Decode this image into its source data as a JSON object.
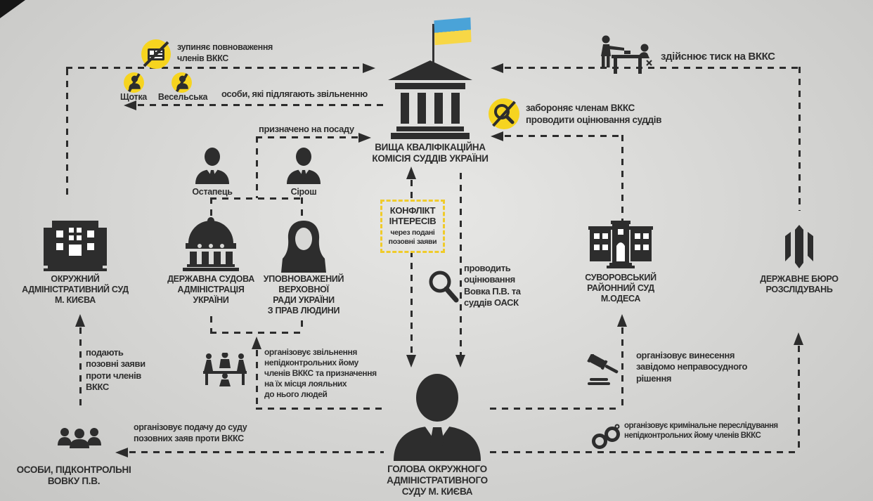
{
  "colors": {
    "ink": "#2d2d2d",
    "accent_yellow": "#f6d41f",
    "box_yellow": "#f0cb2a",
    "flag_blue": "#4aa3d8",
    "flag_yellow": "#f7d746"
  },
  "icons": {
    "vkks": "classical-court-building-icon",
    "flag": "ukraine-flag-icon",
    "oask": "office-building-icon",
    "dsa": "domed-building-icon",
    "ombudsman": "woman-silhouette-icon",
    "suvorovsky": "arched-court-building-icon",
    "dbr": "trident-emblem-icon",
    "suspend": "crossed-id-card-icon",
    "person_banned": "crossed-person-icon",
    "pressure": "interrogation-table-icon",
    "forbid": "crossed-magnifier-icon",
    "magnifier": "magnifier-icon",
    "meeting": "meeting-table-icon",
    "gavel": "gavel-icon",
    "people": "people-group-icon",
    "handcuffs": "handcuffs-icon",
    "head_judge": "businessman-silhouette-icon",
    "ostapets": "businessman-bust-icon",
    "sirosh": "businessman-bust-icon"
  },
  "nodes": {
    "vkks": {
      "label": "ВИЩА КВАЛІФІКАЦІЙНА\nКОМІСІЯ СУДДІВ УКРАЇНИ"
    },
    "oask": {
      "label": "ОКРУЖНИЙ\nАДМІНІСТРАТИВНИЙ СУД\nМ. КИЄВА"
    },
    "dsa": {
      "label": "ДЕРЖАВНА СУДОВА\nАДМІНІСТРАЦІЯ\nУКРАЇНИ"
    },
    "ombudsman": {
      "label": "УПОВНОВАЖЕНИЙ\nВЕРХОВНОЇ\nРАДИ УКРАЇНИ\nЗ ПРАВ ЛЮДИНИ"
    },
    "suvorovsky": {
      "label": "СУВОРОВСЬКИЙ\nРАЙОННИЙ СУД\nМ.ОДЕСА"
    },
    "dbr": {
      "label": "ДЕРЖАВНЕ БЮРО\nРОЗСЛІДУВАНЬ"
    },
    "head_judge": {
      "label": "ГОЛОВА ОКРУЖНОГО\nАДМІНІСТРАТИВНОГО\nСУДУ М. КИЄВА"
    },
    "controlled_persons": {
      "label": "ОСОБИ, ПІДКОНТРОЛЬНІ\nВОВКУ П.В."
    },
    "ostapets": {
      "label": "Остапець"
    },
    "sirosh": {
      "label": "Сірош"
    },
    "shchotka": {
      "label": "Щотка"
    },
    "veselska": {
      "label": "Весельська"
    }
  },
  "annotations": {
    "suspends_powers": "зупиняє повноваження\nчленів ВККС",
    "persons_dismissal": "особи, які підлягають звільненню",
    "appointed": "призначено на посаду",
    "pressure": "здійснює тиск на ВККС",
    "forbids": "забороняє членам ВККС\nпроводити оцінювання суддів",
    "conflict_title": "КОНФЛІКТ\nІНТЕРЕСІВ",
    "conflict_sub": "через подані\nпозовні заяви",
    "evaluates": "проводить\nоцінювання\nВовка П.В. та\nсуддів ОАСК",
    "file_claims": "подають\nпозовні заяви\nпроти членів\nВККС",
    "organizes_dismissal": "організовує звільнення\nнепідконтрольних йому\nчленів ВККС та призначення\nна їх місця лояльних\nдо нього людей",
    "organizes_ruling": "організовує винесення\nзавідомо неправосудного\nрішення",
    "organizes_claims": "організовує подачу до суду\nпозовних заяв проти ВККС",
    "organizes_prosecution": "організовує кримінальне переслідування\nнепідконтрольних йому членів ВККС"
  }
}
